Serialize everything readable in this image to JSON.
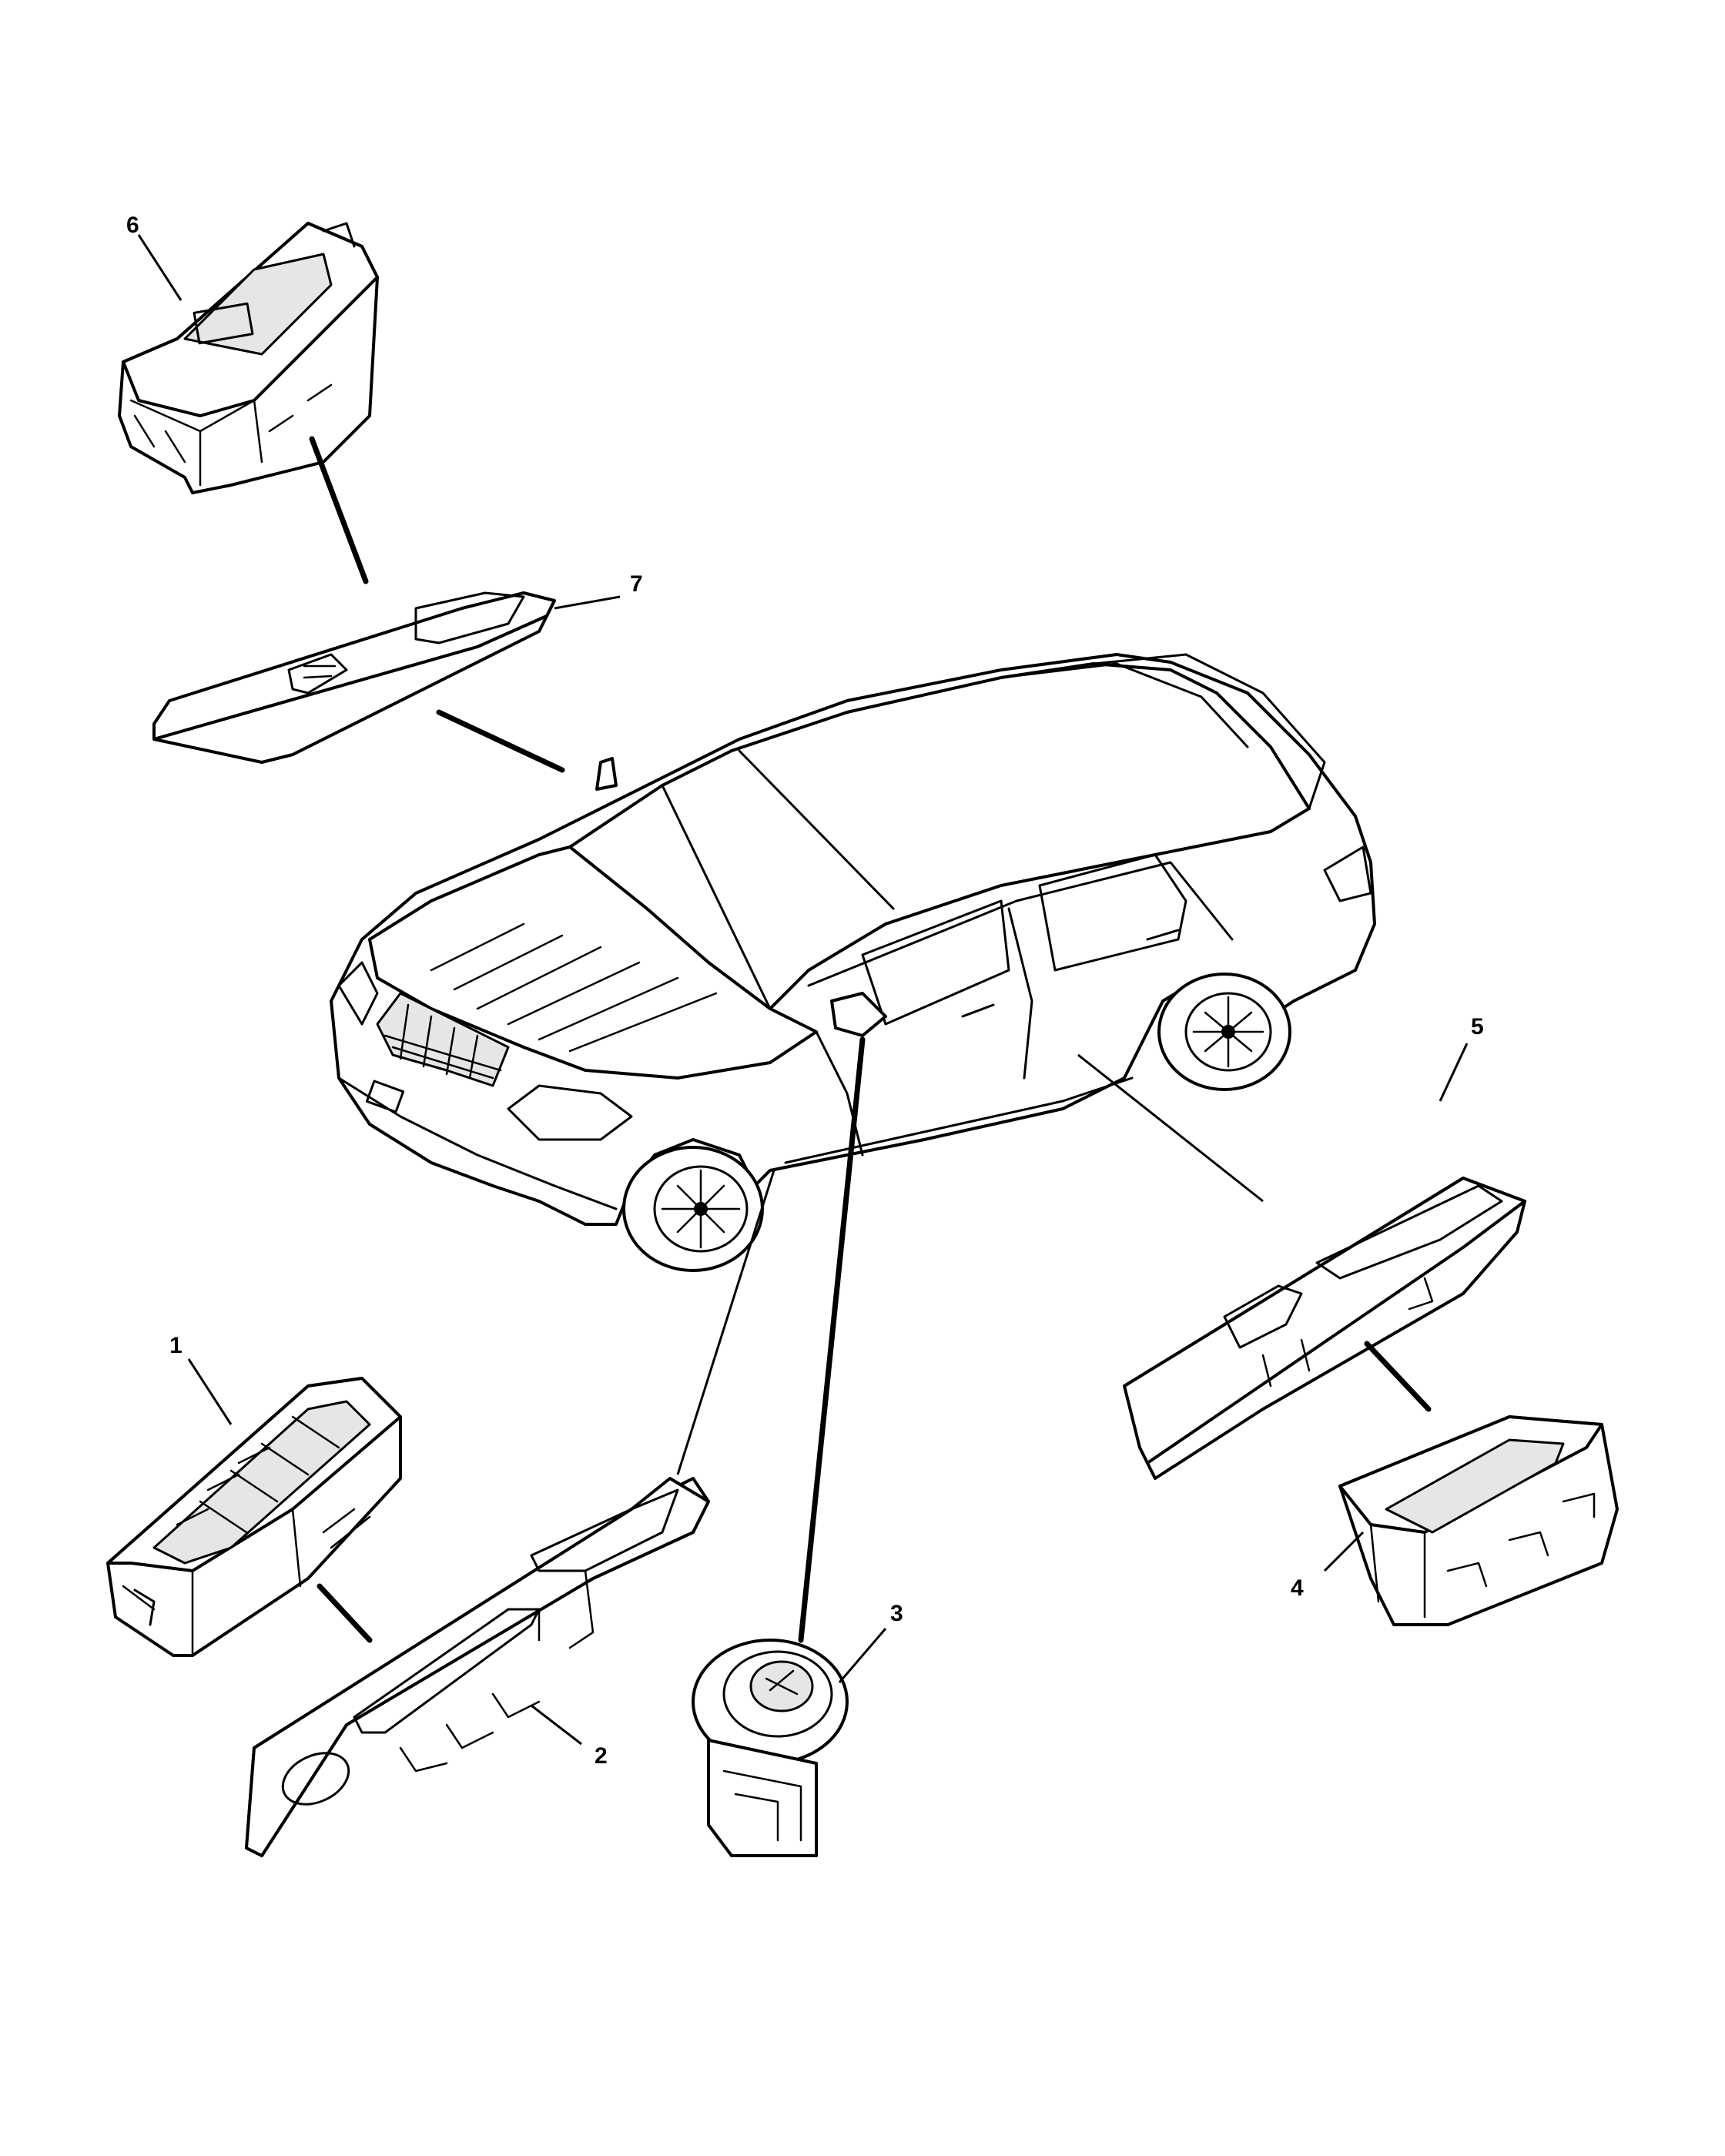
{
  "callouts": [
    {
      "id": "1",
      "label": "1"
    },
    {
      "id": "2",
      "label": "2"
    },
    {
      "id": "3",
      "label": "3"
    },
    {
      "id": "4",
      "label": "4"
    },
    {
      "id": "5",
      "label": "5"
    },
    {
      "id": "6",
      "label": "6"
    },
    {
      "id": "7",
      "label": "7"
    }
  ],
  "parts": [
    {
      "callout": "1",
      "icon": "window-switch-master-icon"
    },
    {
      "callout": "2",
      "icon": "switch-bezel-driver-icon"
    },
    {
      "callout": "3",
      "icon": "mirror-switch-icon"
    },
    {
      "callout": "4",
      "icon": "window-switch-single-icon"
    },
    {
      "callout": "5",
      "icon": "switch-bezel-rear-icon"
    },
    {
      "callout": "6",
      "icon": "window-switch-single-icon"
    },
    {
      "callout": "7",
      "icon": "switch-bezel-passenger-icon"
    }
  ],
  "vehicle": {
    "icon": "sedan-car-icon"
  }
}
